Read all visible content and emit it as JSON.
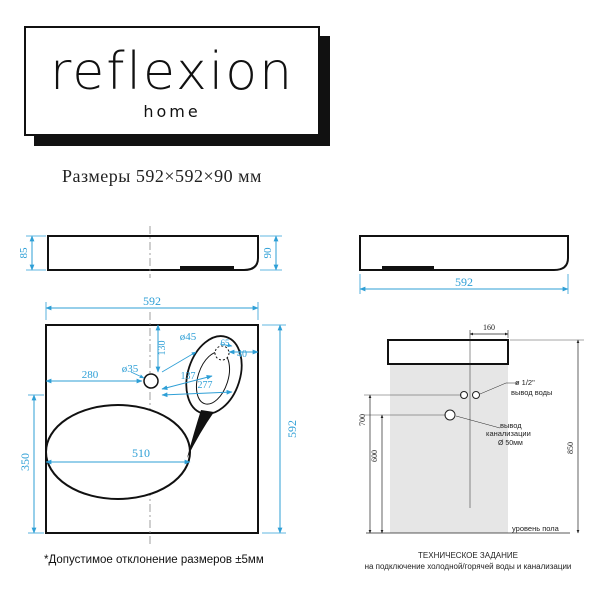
{
  "brand": {
    "name": "reflexion",
    "sub": "home"
  },
  "subtitle": "Размеры 592×592×90 мм",
  "dims": {
    "h85": "85",
    "h90": "90",
    "w592_side": "592",
    "w592_top": "592",
    "h592": "592",
    "d280": "280",
    "d35": "ø35",
    "d45": "ø45",
    "d130": "130",
    "d65": "65",
    "d40": "40",
    "d137": "137",
    "d277": "277",
    "d510": "510",
    "d350": "350",
    "d160": "160",
    "d700": "700",
    "d600": "600",
    "d850": "850"
  },
  "labels": {
    "water_pipe": "ø 1/2\"",
    "water_outlet": "вывод воды",
    "sewer_1": "вывод",
    "sewer_2": "канализации",
    "sewer_3": "Ø 50мм",
    "floor": "уровень пола"
  },
  "note": "*Допустимое отклонение размеров ±5мм",
  "tz": {
    "title": "ТЕХНИЧЕСКОЕ ЗАДАНИЕ",
    "text": "на подключение холодной/горячей воды и канализации"
  },
  "colors": {
    "dimension": "#2e9fd6",
    "outline": "#111111",
    "wall": "#e6e6e6"
  }
}
